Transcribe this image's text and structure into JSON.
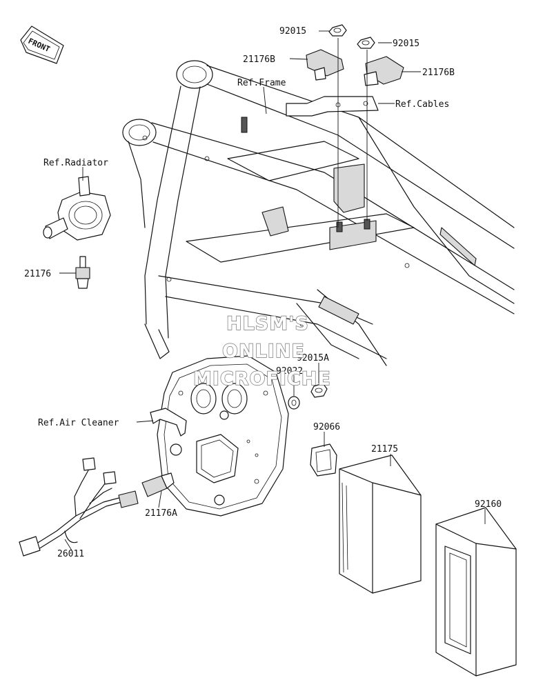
{
  "diagram": {
    "front_badge": "FRONT",
    "parts": {
      "p92015_top": "92015",
      "p92015_right": "92015",
      "p21176B_left": "21176B",
      "p21176B_right": "21176B",
      "ref_frame": "Ref.Frame",
      "ref_cables": "Ref.Cables",
      "ref_radiator": "Ref.Radiator",
      "p21176": "21176",
      "p92015A": "92015A",
      "p92022": "92022",
      "ref_air_cleaner": "Ref.Air Cleaner",
      "p92066": "92066",
      "p21175": "21175",
      "p92160": "92160",
      "p21176A": "21176A",
      "p26011": "26011"
    },
    "watermark": {
      "line1": "HLSM'S",
      "line2": "ONLINE",
      "line3": "MICROFICHE"
    }
  }
}
